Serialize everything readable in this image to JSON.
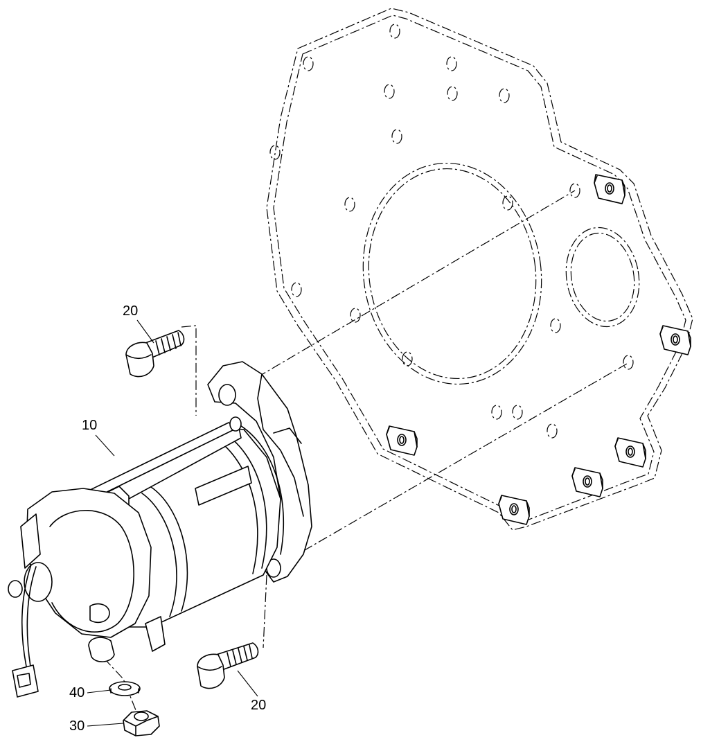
{
  "diagram": {
    "callouts": {
      "starter_motor": "10",
      "bolt_upper": "20",
      "bolt_lower": "20",
      "nut": "30",
      "washer": "40"
    }
  }
}
